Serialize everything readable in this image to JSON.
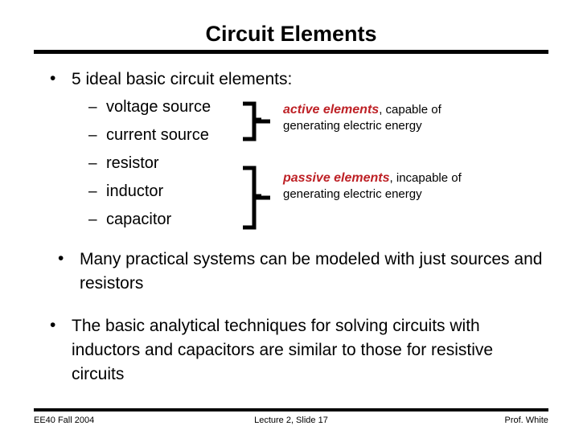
{
  "slide": {
    "title": "Circuit Elements",
    "bullets": {
      "intro": {
        "marker": "•",
        "text": "5 ideal basic circuit elements:"
      },
      "elements": [
        {
          "marker": "–",
          "label": "voltage source"
        },
        {
          "marker": "–",
          "label": "current source"
        },
        {
          "marker": "–",
          "label": "resistor"
        },
        {
          "marker": "–",
          "label": "inductor"
        },
        {
          "marker": "–",
          "label": "capacitor"
        }
      ],
      "point2": {
        "marker": "•",
        "text": "Many practical systems can be modeled with just sources and resistors"
      },
      "point3": {
        "marker": "•",
        "text": "The basic analytical techniques for solving circuits with inductors and capacitors are similar to those for resistive circuits"
      }
    },
    "annotations": [
      {
        "lead": "active elements",
        "rest": ", capable of",
        "line2": "generating electric energy"
      },
      {
        "lead": "passive elements",
        "rest": ", incapable of",
        "line2": "generating electric energy"
      }
    ],
    "footer": {
      "left": "EE40 Fall 2004",
      "center": "Lecture 2, Slide 17",
      "right": "Prof. White"
    },
    "colors": {
      "accent_red": "#BE2126",
      "text": "#000000",
      "background": "#FFFFFF"
    }
  }
}
